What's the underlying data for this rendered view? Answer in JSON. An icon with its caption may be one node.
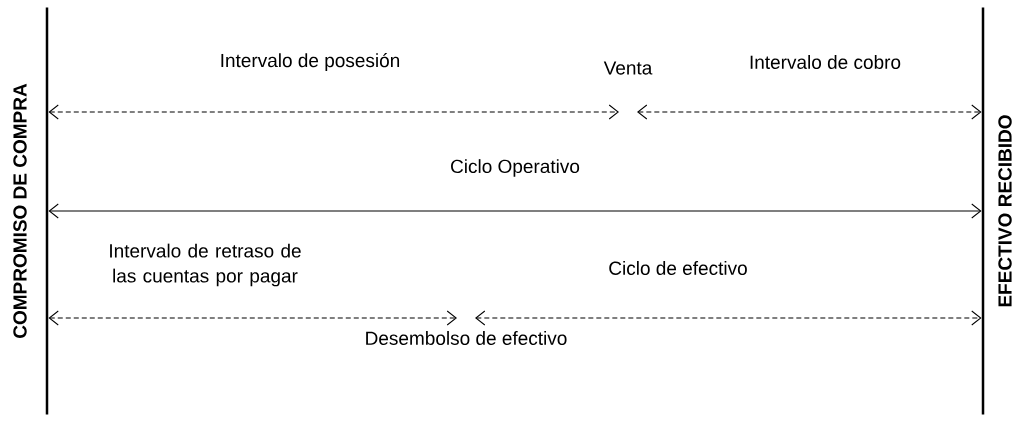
{
  "diagram": {
    "nodes": [
      {
        "text": [
          "COMPROMISO DE COMPRA"
        ]
      },
      {
        "text": [
          "EFECTIVO RECIBIDO"
        ]
      },
      {
        "text": [
          "Venta"
        ]
      },
      {
        "text": [
          "Desembolso de efectivo"
        ]
      }
    ],
    "edges": [
      {
        "from": 0,
        "to": 2,
        "arrow": "both",
        "style": "dashed",
        "label": "Intervalo de posesión"
      },
      {
        "from": 2,
        "to": 1,
        "arrow": "both",
        "style": "dashed",
        "label": "Intervalo de cobro"
      },
      {
        "from": 0,
        "to": 1,
        "arrow": "both",
        "label": "Ciclo Operativo"
      },
      {
        "from": 0,
        "to": 3,
        "arrow": "both",
        "style": "dashed",
        "label": "Intervalo de retraso de las cuentas por pagar"
      },
      {
        "from": 3,
        "to": 1,
        "arrow": "both",
        "style": "dashed",
        "label": "Ciclo de efectivo"
      }
    ]
  }
}
